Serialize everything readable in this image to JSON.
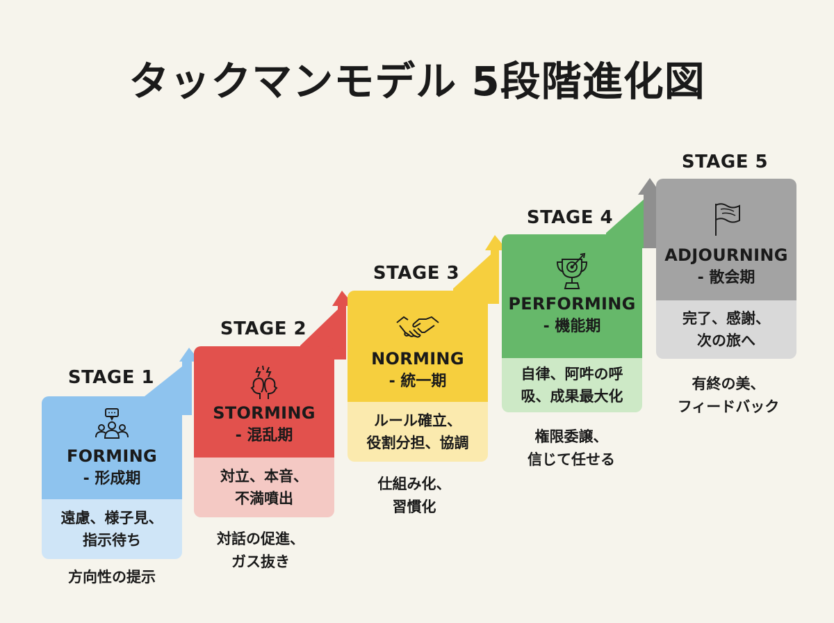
{
  "title": "タックマンモデル 5段階進化図",
  "stages": [
    {
      "stage_label": "STAGE 1",
      "name": "FORMING",
      "sub": "- 形成期",
      "desc_lines": [
        "遠慮、様子見、",
        "指示待ち"
      ],
      "note_lines": [
        "方向性の提示"
      ],
      "icon": "team-chat-icon",
      "color": "#8ec3ee",
      "light": "#cfe5f7"
    },
    {
      "stage_label": "STAGE 2",
      "name": "STORMING",
      "sub": "- 混乱期",
      "desc_lines": [
        "対立、本音、",
        "不満噴出"
      ],
      "note_lines": [
        "対話の促進、",
        "ガス抜き"
      ],
      "icon": "conflict-heads-icon",
      "color": "#e2514d",
      "light": "#f4c9c4"
    },
    {
      "stage_label": "STAGE 3",
      "name": "NORMING",
      "sub": "- 統一期",
      "desc_lines": [
        "ルール確立、",
        "役割分担、協調"
      ],
      "note_lines": [
        "仕組み化、",
        "習慣化"
      ],
      "icon": "handshake-icon",
      "color": "#f6cf3e",
      "light": "#fbeaae"
    },
    {
      "stage_label": "STAGE 4",
      "name": "PERFORMING",
      "sub": "- 機能期",
      "desc_lines": [
        "自律、阿吽の呼",
        "吸、成果最大化"
      ],
      "note_lines": [
        "権限委譲、",
        "信じて任せる"
      ],
      "icon": "trophy-target-icon",
      "color": "#66b86a",
      "light": "#cde9c6"
    },
    {
      "stage_label": "STAGE 5",
      "name": "ADJOURNING",
      "sub": "- 散会期",
      "desc_lines": [
        "完了、感謝、",
        "次の旅へ"
      ],
      "note_lines": [
        "有終の美、",
        "フィードバック"
      ],
      "icon": "flag-icon",
      "color": "#a3a3a3",
      "light": "#d9d9d9"
    }
  ]
}
